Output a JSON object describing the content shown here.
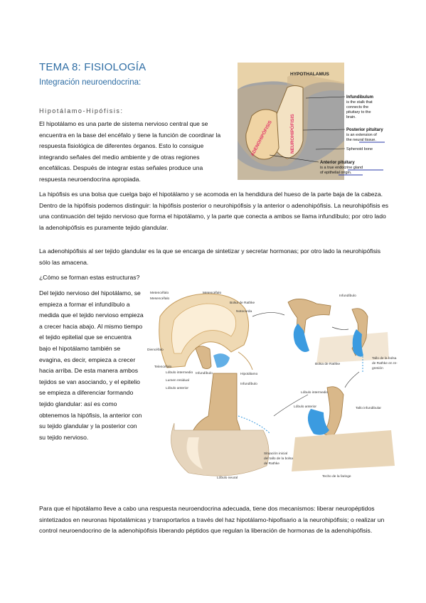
{
  "title": "TEMA 8: FISIOLOGÍA",
  "subtitle": "Integración neuroendocrina:",
  "section_heading": "Hipotálamo-Hipófisis:",
  "paragraphs": {
    "p1": "El hipotálamo es una parte de sistema nervioso central que se encuentra en la base del encéfalo y tiene la función de coordinar la respuesta fisiológica de diferentes órganos. Esto lo consigue integrando señales del medio ambiente y de otras regiones encefálicas. Después de integrar estas señales produce una respuesta neuroendocrina apropiada.",
    "p2": "La hipófisis es una bolsa que cuelga bajo el hipotálamo y se acomoda en la hendidura del hueso de la parte baja de la cabeza. Dentro de la hipófisis podemos distinguir: la hipófisis posterior o neurohipófisis y la anterior o adenohipófisis. La neurohipófisis es una continuación del tejido nervioso que forma el hipotálamo, y la parte que conecta a ambos se llama infundíbulo; por otro lado la adenohipófisis es puramente tejido glandular.",
    "p3": "La adenohipófisis al ser tejido glandular es la que se encarga de sintetizar y secretar hormonas; por otro lado la neurohipófisis sólo las amacena.",
    "question": "¿Cómo se forman estas estructuras?",
    "p4": "Del tejido nervioso del hipotálamo, se empieza a formar el infundíbulo a medida que el tejido nervioso empieza a crecer hacia abajo. Al mismo tiempo el tejido epitelial que se encuentra bajo el hipotálamo también se evagina, es decir, empieza a crecer hacia arriba. De esta manera ambos tejidos se van asociando, y el epitelio se empieza a diferenciar formando tejido glandular: así es como obtenemos la hipófisis, la anterior con su tejido glandular y la posterior con su tejido nervioso.",
    "p5": "Para que el hipotálamo lleve a cabo una respuesta neuroendocrina adecuada, tiene dos mecanismos: liberar neuropéptidos sintetizados en neuronas hipotalámicas y transportarlos a través del haz hipotálamo-hipofisario a la neurohipófisis; o realizar un control neuroendocrino de la adenohipófisis liberando péptidos que regulan la liberación de hormonas de la adenohipófisis."
  },
  "figure1": {
    "hypothalamus": "HYPOTHALAMUS",
    "neurohipofisis": "NEUROHIPÓFISIS",
    "adenohipofisis": "ADENOHIPÓFISIS",
    "infundibulum_title": "Infundibulum",
    "infundibulum_desc_1": "is the stalk that",
    "infundibulum_desc_2": "connects the",
    "infundibulum_desc_3": "pituitary to the",
    "infundibulum_desc_4": "brain.",
    "posterior_title": "Posterior pituitary",
    "posterior_desc_1": "is an extension of",
    "posterior_desc_2": "the neural tissue.",
    "sphenoid": "Sphenoid bone",
    "anterior_title": "Anterior pituitary",
    "anterior_desc_1": "is a true endocrine gland",
    "anterior_desc_2": "of epithelial origin."
  },
  "figure2": {
    "metencefalo_1": "Metencéfalo",
    "mesencefalo": "Mesencéfalo",
    "metencefalo_2": "Metencéfalo",
    "bolsa_rathke": "Bolsa de Rathke",
    "notocorda": "Notocorda",
    "diencefalo": "Diencéfalo",
    "telencefalo": "Telencéfalo",
    "infundibulo_1": "Infundíbulo",
    "infundibulo_2": "Infundíbulo",
    "bolsa_rathke_2": "Bolsa de Rathke",
    "tallo_1": "Tallo de la bolsa",
    "tallo_2": "de Rathke en re-",
    "tallo_3": "gresión",
    "lobulo_intermedio_1": "Lóbulo intermedio",
    "lumen_residual": "Lumen residual",
    "lobulo_anterior_1": "Lóbulo anterior",
    "hipotalamo": "Hipotálamo",
    "infundibulo_3": "Infundíbulo",
    "lobulo_intermedio_2": "Lóbulo intermedio",
    "lobulo_anterior_2": "Lóbulo anterior",
    "tallo_infundibular": "Tallo infundibular",
    "situacion_1": "Situación inicial",
    "situacion_2": "del tallo de la bolsa",
    "situacion_3": "de Rathke",
    "lobulo_neural": "Lóbulo neural",
    "techo_faringe": "Techo de la faringe"
  },
  "colors": {
    "heading_blue": "#2e6da4",
    "tissue_tan": "#d8b98c",
    "tissue_blue": "#3b9be0",
    "label_pink": "#d43a7a",
    "figure_bg_gray": "#9e9e9e"
  }
}
